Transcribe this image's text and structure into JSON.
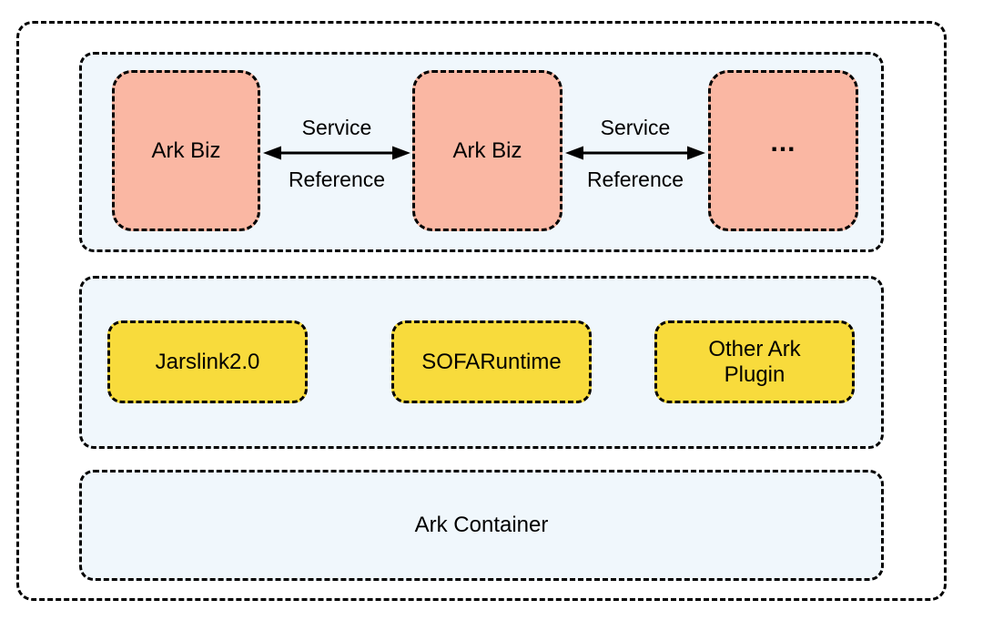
{
  "diagram": {
    "title_hint": "Ark container architecture diagram",
    "colors": {
      "background": "#ffffff",
      "section_background": "#f0f7fc",
      "biz_box_fill": "#fab7a3",
      "plugin_box_fill": "#f8db3c",
      "border": "#000000",
      "text": "#000000"
    },
    "biz_layer": {
      "boxes": [
        {
          "label": "Ark Biz"
        },
        {
          "label": "Ark Biz"
        },
        {
          "label": "..."
        }
      ],
      "arrows": [
        {
          "top_label": "Service",
          "bottom_label": "Reference"
        },
        {
          "top_label": "Service",
          "bottom_label": "Reference"
        }
      ]
    },
    "plugin_layer": {
      "boxes": [
        {
          "label": "Jarslink2.0"
        },
        {
          "label": "SOFARuntime"
        },
        {
          "label": "Other Ark Plugin"
        }
      ]
    },
    "container_layer": {
      "label": "Ark Container"
    }
  }
}
